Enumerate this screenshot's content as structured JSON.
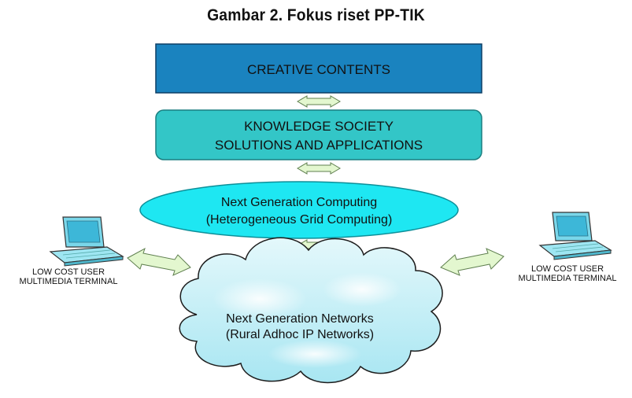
{
  "title": "Gambar 2.  Fokus riset PP-TIK",
  "layers": {
    "creative": {
      "label": "CREATIVE CONTENTS",
      "color": "#1a83bf"
    },
    "knowledge": {
      "line1": "KNOWLEDGE SOCIETY",
      "line2": "SOLUTIONS AND APPLICATIONS",
      "color": "#33c6c7"
    },
    "computing": {
      "line1": "Next Generation Computing",
      "line2": "(Heterogeneous Grid Computing)",
      "color": "#1ee7f2"
    },
    "networks": {
      "line1": "Next Generation Networks",
      "line2": "(Rural Adhoc IP Networks)",
      "color": "#bfeef6"
    }
  },
  "terminals": {
    "left": {
      "line1": "LOW COST USER",
      "line2": "MULTIMEDIA TERMINAL"
    },
    "right": {
      "line1": "LOW COST USER",
      "line2": "MULTIMEDIA TERMINAL"
    }
  },
  "arrow_color": "#e3f7cf",
  "icons": [
    "laptop-icon",
    "cloud-shape",
    "double-arrow"
  ]
}
